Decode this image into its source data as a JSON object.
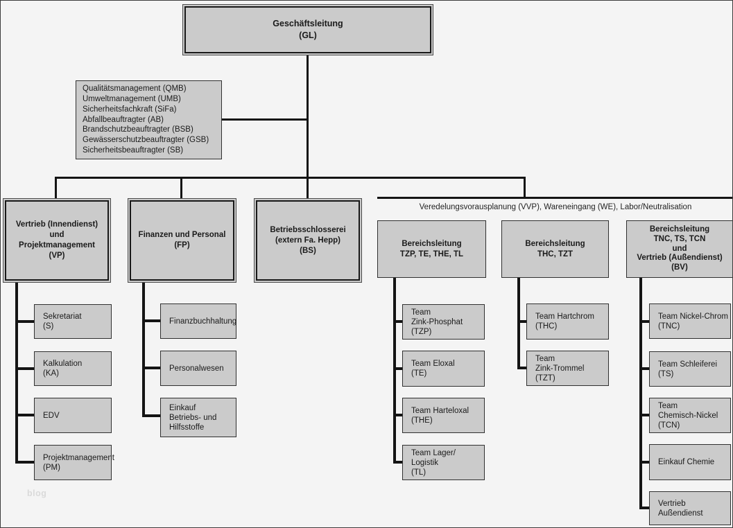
{
  "colors": {
    "background": "#f4f4f4",
    "box_fill": "#cbcbcb",
    "line": "#141414",
    "text": "#1a1a1a",
    "watermark": "#dadada"
  },
  "org": {
    "root": {
      "lines": [
        "Geschäftsleitung",
        "(GL)"
      ]
    },
    "staff": {
      "lines": [
        "Qualitätsmanagement (QMB)",
        "Umweltmanagement (UMB)",
        "Sicherheitsfachkraft (SiFa)",
        "Abfallbeauftragter (AB)",
        "Brandschutzbeauftragter (BSB)",
        "Gewässerschutzbeauftragter (GSB)",
        "Sicherheitsbeauftragter (SB)"
      ]
    },
    "group_label": "Veredelungsvorausplanung (VVP), Wareneingang (WE), Labor/Neutralisation",
    "level2": {
      "vp": {
        "lines": [
          "Vertrieb (Innendienst)",
          "und",
          "Projektmanagement",
          "(VP)"
        ]
      },
      "fp": {
        "lines": [
          "Finanzen und Personal",
          "(FP)"
        ]
      },
      "bs": {
        "lines": [
          "Betriebsschlosserei",
          "(extern Fa. Hepp)",
          "(BS)"
        ]
      },
      "bl1": {
        "lines": [
          "Bereichsleitung",
          "TZP, TE, THE, TL"
        ]
      },
      "bl2": {
        "lines": [
          "Bereichsleitung",
          "THC, TZT"
        ]
      },
      "bv": {
        "lines": [
          "Bereichsleitung",
          "TNC, TS, TCN",
          "und",
          "Vertrieb (Außendienst)",
          "(BV)"
        ]
      }
    },
    "vp_children": [
      {
        "lines": [
          "Sekretariat",
          "(S)"
        ]
      },
      {
        "lines": [
          "Kalkulation",
          "(KA)"
        ]
      },
      {
        "lines": [
          "EDV"
        ]
      },
      {
        "lines": [
          "Projektmanagement",
          "(PM)"
        ]
      }
    ],
    "fp_children": [
      {
        "lines": [
          "Finanzbuchhaltung"
        ]
      },
      {
        "lines": [
          "Personalwesen"
        ]
      },
      {
        "lines": [
          "Einkauf",
          "Betriebs- und",
          "Hilfsstoffe"
        ]
      }
    ],
    "bl1_children": [
      {
        "lines": [
          "Team",
          "Zink-Phosphat",
          "(TZP)"
        ]
      },
      {
        "lines": [
          "Team Eloxal",
          "(TE)"
        ]
      },
      {
        "lines": [
          "Team Harteloxal",
          "(THE)"
        ]
      },
      {
        "lines": [
          "Team Lager/ Logistik",
          "(TL)"
        ]
      }
    ],
    "bl2_children": [
      {
        "lines": [
          "Team Hartchrom",
          "(THC)"
        ]
      },
      {
        "lines": [
          "Team",
          "Zink-Trommel",
          "(TZT)"
        ]
      }
    ],
    "bv_children": [
      {
        "lines": [
          "Team Nickel-Chrom",
          "(TNC)"
        ]
      },
      {
        "lines": [
          "Team Schleiferei",
          "(TS)"
        ]
      },
      {
        "lines": [
          "Team",
          "Chemisch-Nickel",
          "(TCN)"
        ]
      },
      {
        "lines": [
          "Einkauf Chemie"
        ]
      },
      {
        "lines": [
          "Vertrieb",
          "Außendienst"
        ]
      }
    ],
    "watermark": "blog"
  }
}
